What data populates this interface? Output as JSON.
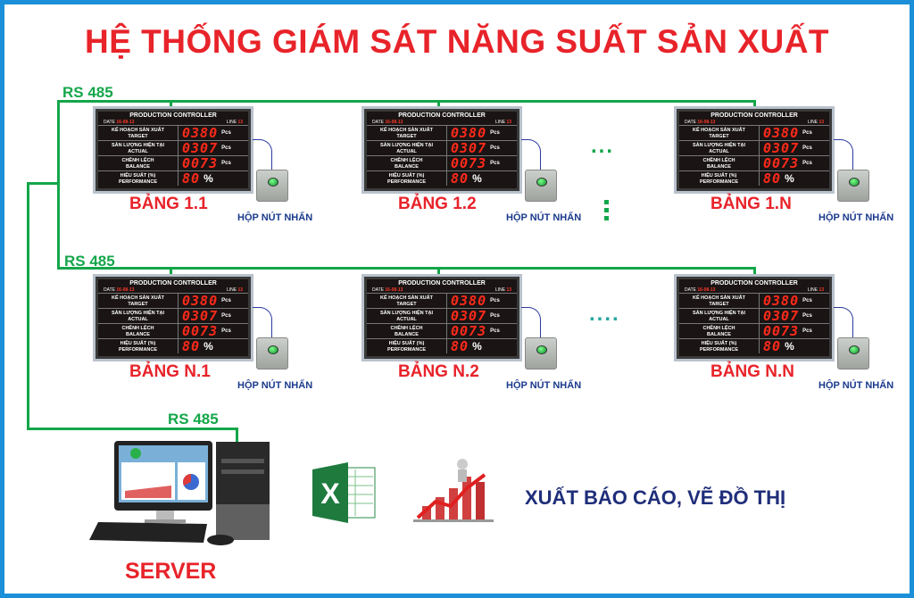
{
  "title": "HỆ THỐNG GIÁM SÁT NĂNG SUẤT SẢN XUẤT",
  "bus_labels": [
    "RS 485",
    "RS 485",
    "RS 485"
  ],
  "board_template": {
    "header": "PRODUCTION CONTROLLER",
    "date_label": "DATE",
    "date_value": "16-08-13",
    "line_label": "LINE",
    "line_value": "13",
    "rows": [
      {
        "vn": "KẾ HOẠCH SẢN XUẤT",
        "en": "TARGET",
        "value": "0380",
        "unit": "Pcs"
      },
      {
        "vn": "SẢN LƯỢNG HIỆN TẠI",
        "en": "ACTUAL",
        "value": "0307",
        "unit": "Pcs"
      },
      {
        "vn": "CHÊNH LỆCH",
        "en": "BALANCE",
        "value": "0073",
        "unit": "Pcs"
      },
      {
        "vn": "HIỆU SUẤT (%)",
        "en": "PERFORMANCE",
        "value": "80",
        "unit": "%"
      }
    ]
  },
  "boards": [
    {
      "name": "BẢNG 1.1"
    },
    {
      "name": "BẢNG 1.2"
    },
    {
      "name": "BẢNG 1.N"
    },
    {
      "name": "BẢNG N.1"
    },
    {
      "name": "BẢNG N.2"
    },
    {
      "name": "BẢNG N.N"
    }
  ],
  "button_box_label": "HỘP NÚT NHẤN",
  "ellipsis": "...",
  "ellipsis_row2": "....",
  "server_label": "SERVER",
  "report_text": "XUẤT BÁO CÁO, VẼ ĐỒ THỊ",
  "colors": {
    "frame": "#1b8fd8",
    "wire": "#14a64a",
    "title": "#e8232a",
    "label_blue": "#1a3a8c"
  }
}
